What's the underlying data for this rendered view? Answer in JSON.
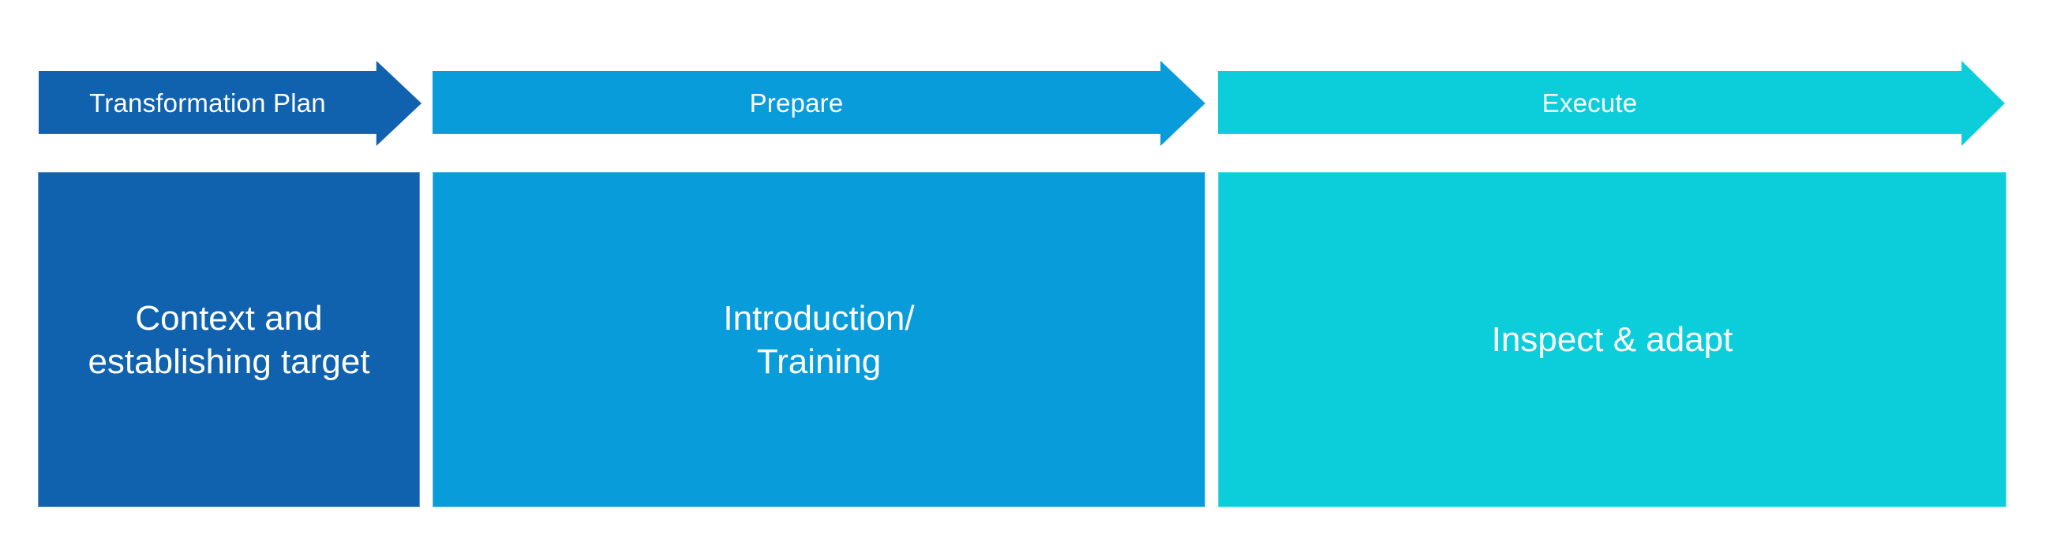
{
  "stages": [
    {
      "id": "transformation-plan",
      "arrow_label": "Transformation Plan",
      "box_lines": [
        "Context and",
        "establishing target"
      ],
      "color": "#1062AE"
    },
    {
      "id": "prepare",
      "arrow_label": "Prepare",
      "box_lines": [
        "Introduction/",
        "Training"
      ],
      "color": "#089CDB"
    },
    {
      "id": "execute",
      "arrow_label": "Execute",
      "box_lines": [
        "Inspect & adapt"
      ],
      "color": "#0CCEDA"
    }
  ],
  "colors": {
    "stage_1": "#1062AE",
    "stage_2": "#089CDB",
    "stage_3": "#0CCEDA",
    "label_text": "#FFFFFF",
    "background": "#FFFFFF"
  }
}
